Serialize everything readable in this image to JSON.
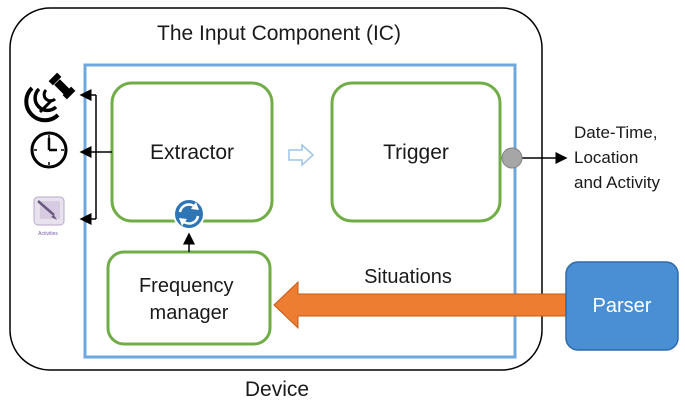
{
  "title": "The Input Component (IC)",
  "device_label": "Device",
  "boxes": {
    "extractor": "Extractor",
    "trigger": "Trigger",
    "frequency_manager": [
      "Frequency",
      "manager"
    ],
    "parser": "Parser"
  },
  "output_label": [
    "Date-Time,",
    "Location",
    "and Activity"
  ],
  "situations_label": "Situations",
  "sensors": {
    "activities_caption": "Activities",
    "icons": [
      "satellite-dish-icon",
      "clock-icon",
      "activities-icon"
    ]
  },
  "colors": {
    "container_border": "#6fa8dc",
    "module_border": "#70ad47",
    "parser_fill": "#4a8fd4",
    "situations_arrow": "#ed7d31",
    "refresh_icon": "#2e75b6",
    "connector_dot": "#a6a6a6",
    "flow_arrow": "#9dc3e6"
  }
}
